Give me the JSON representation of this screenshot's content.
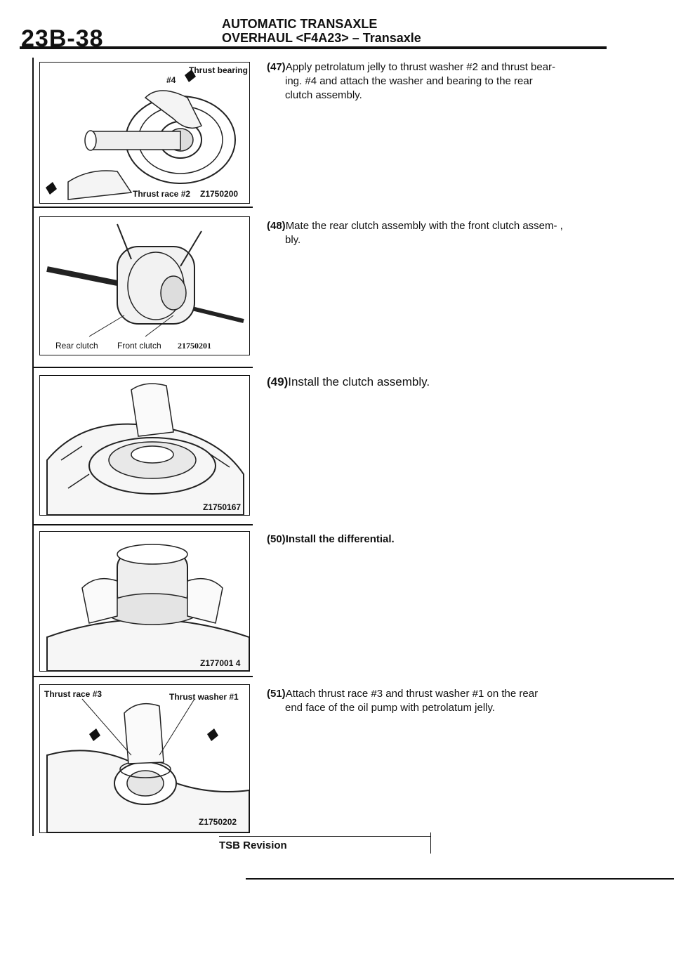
{
  "header": {
    "page_number": "23B-38",
    "title_line1": "AUTOMATIC TRANSAXLE",
    "title_line2": "OVERHAUL <F4A23> – Transaxle"
  },
  "figures": [
    {
      "labels": [
        "Thrust bearing",
        "#4",
        "Thrust race #2"
      ],
      "code": "Z1750200"
    },
    {
      "labels": [
        "Rear clutch",
        "Front clutch"
      ],
      "code": "21750201"
    },
    {
      "labels": [],
      "code": "Z1750167"
    },
    {
      "labels": [],
      "code": "Z177001 4"
    },
    {
      "labels": [
        "Thrust race #3",
        "Thrust washer #1"
      ],
      "code": "Z1750202"
    }
  ],
  "steps": [
    {
      "number": "(47)",
      "line1": "Apply petrolatum jelly to thrust washer #2 and thrust bear-",
      "line2": "ing. #4 and attach the washer and bearing to the rear",
      "line3": "clutch assembly."
    },
    {
      "number": "(48)",
      "line1": "Mate the rear clutch assembly with the front clutch assem- ,",
      "line2": "bly."
    },
    {
      "number": "(49)",
      "line1": "Install the clutch assembly."
    },
    {
      "number": "(50)",
      "line1": "Install the differential."
    },
    {
      "number": "(51)",
      "line1": "Attach thrust race #3 and thrust washer #1 on the rear",
      "line2": "end face of the oil pump with petrolatum jelly."
    }
  ],
  "footer": {
    "tsb_label": "TSB Revision"
  }
}
